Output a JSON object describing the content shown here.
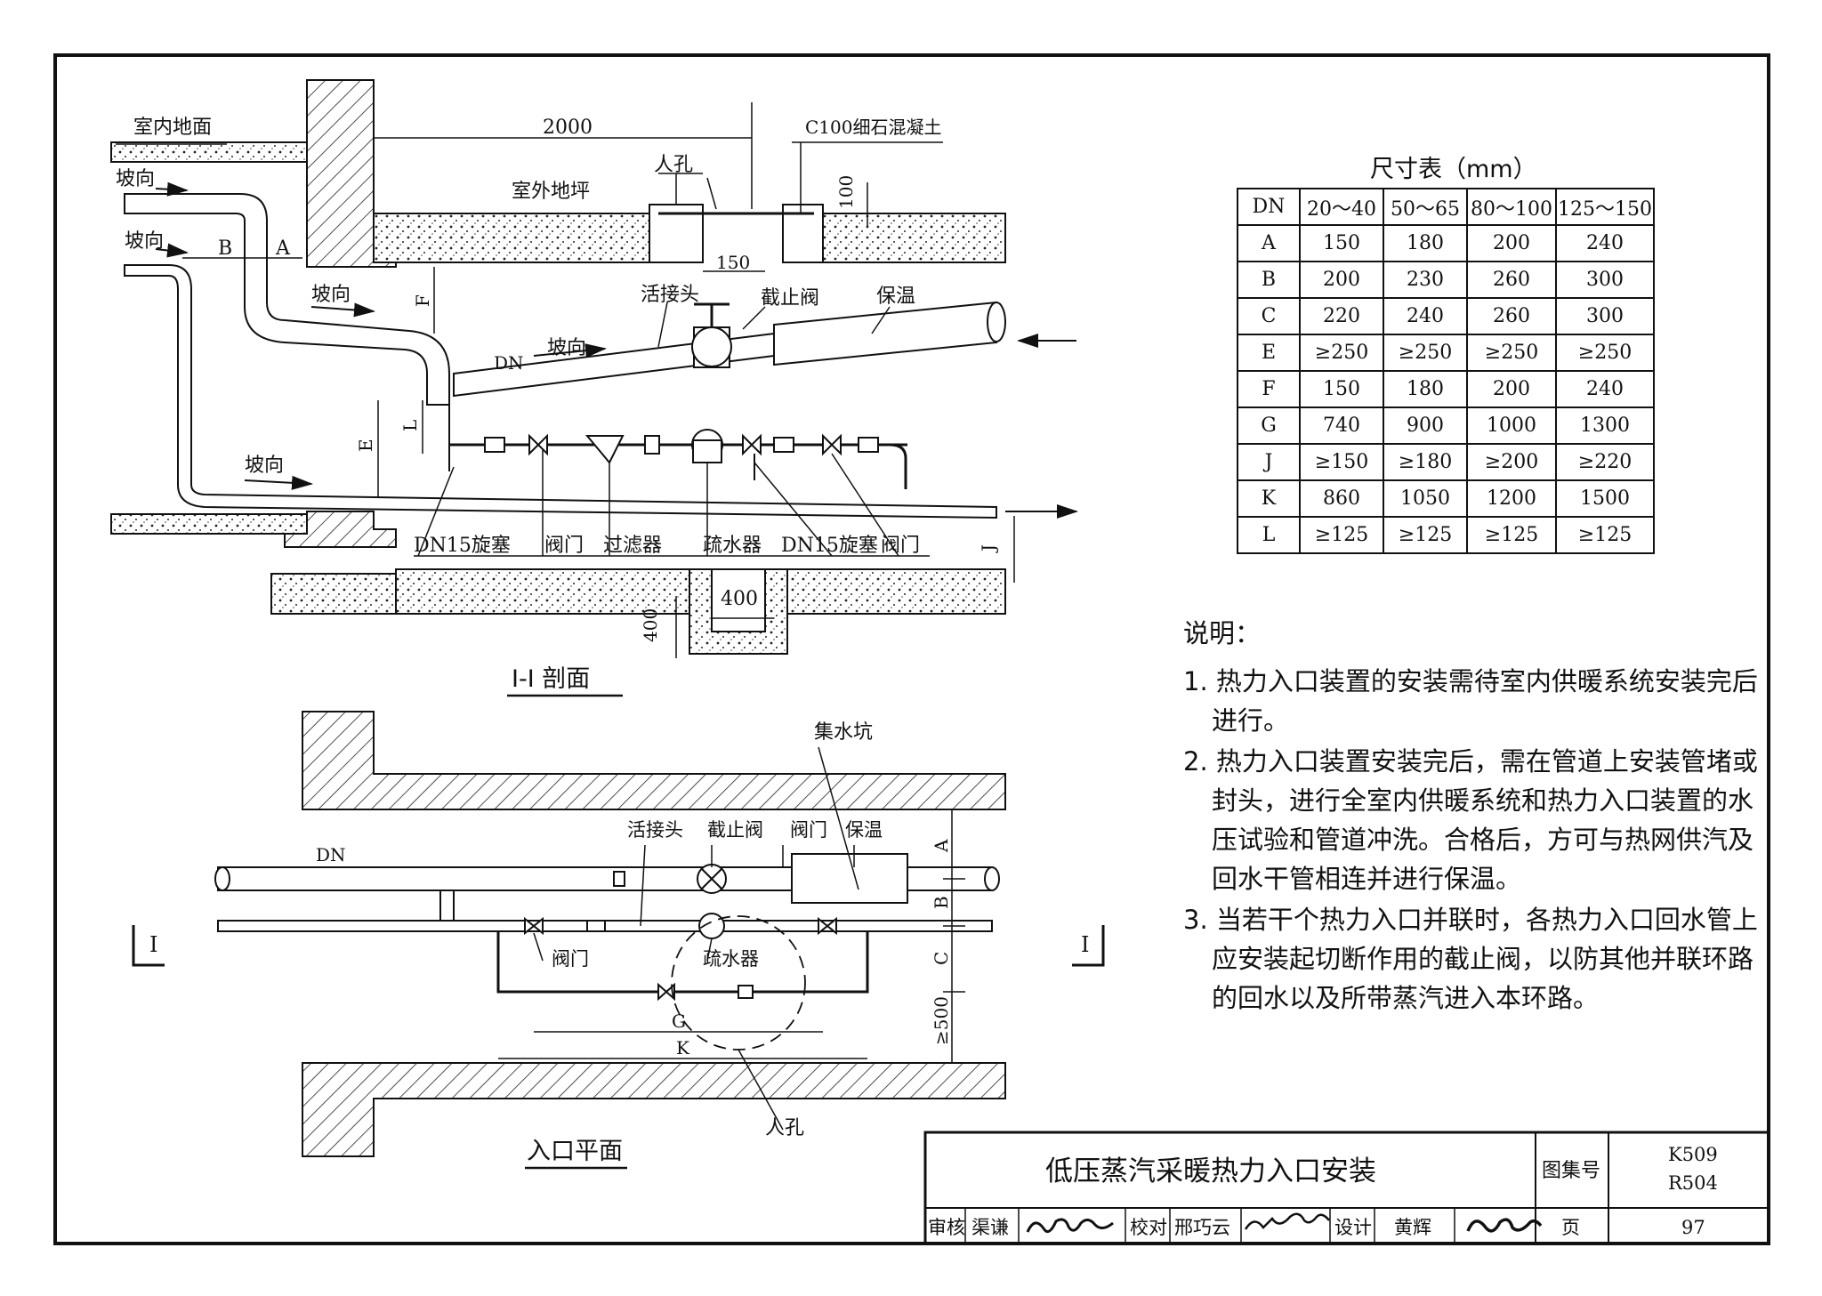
{
  "section_view": {
    "title": "I-I 剖面",
    "labels": {
      "indoor_floor": "室内地面",
      "slope1": "坡向",
      "slope2": "坡向",
      "slope3": "坡向",
      "slope4": "坡向",
      "slope5": "坡向",
      "outdoor_ground": "室外地坪",
      "manhole": "人孔",
      "concrete": "C100细石混凝土",
      "union": "活接头",
      "stop_valve": "截止阀",
      "insulation": "保温",
      "dn": "DN",
      "plug1": "DN15旋塞",
      "valve1": "阀门",
      "filter": "过滤器",
      "trap": "疏水器",
      "plug2": "DN15旋塞",
      "valve2": "阀门"
    },
    "dims": {
      "d2000": "2000",
      "d100": "100",
      "d150": "150",
      "d400w": "400",
      "d400h": "400",
      "B": "B",
      "A": "A",
      "F": "F",
      "E": "E",
      "L": "L",
      "J": "J"
    }
  },
  "plan_view": {
    "title": "入口平面",
    "labels": {
      "sump": "集水坑",
      "union": "活接头",
      "stop_valve": "截止阀",
      "valve_top": "阀门",
      "insulation": "保温",
      "dn": "DN",
      "valve_bottom": "阀门",
      "trap": "疏水器",
      "manhole": "人孔",
      "cut_left": "I",
      "cut_right": "I"
    },
    "dims": {
      "A": "A",
      "B": "B",
      "C": "C",
      "G": "G",
      "K": "K",
      "min500": "≥500"
    }
  },
  "dimension_table": {
    "caption": "尺寸表（mm）",
    "header": [
      "DN",
      "20～40",
      "50～65",
      "80～100",
      "125～150"
    ],
    "rows": [
      [
        "A",
        "150",
        "180",
        "200",
        "240"
      ],
      [
        "B",
        "200",
        "230",
        "260",
        "300"
      ],
      [
        "C",
        "220",
        "240",
        "260",
        "300"
      ],
      [
        "E",
        "≥250",
        "≥250",
        "≥250",
        "≥250"
      ],
      [
        "F",
        "150",
        "180",
        "200",
        "240"
      ],
      [
        "G",
        "740",
        "900",
        "1000",
        "1300"
      ],
      [
        "J",
        "≥150",
        "≥180",
        "≥200",
        "≥220"
      ],
      [
        "K",
        "860",
        "1050",
        "1200",
        "1500"
      ],
      [
        "L",
        "≥125",
        "≥125",
        "≥125",
        "≥125"
      ]
    ]
  },
  "notes": {
    "heading": "说明：",
    "items": [
      "1. 热力入口装置的安装需待室内供暖系统安装完后进行。",
      "2. 热力入口装置安装完后，需在管道上安装管堵或封头，进行全室内供暖系统和热力入口装置的水压试验和管道冲洗。合格后，方可与热网供汽及回水干管相连并进行保温。",
      "3. 当若干个热力入口并联时，各热力入口回水管上应安装起切断作用的截止阀，以防其他并联环路的回水以及所带蒸汽进入本环路。"
    ]
  },
  "title_block": {
    "drawing_title": "低压蒸汽采暖热力入口安装",
    "atlas_label": "图集号",
    "atlas_no_1": "K509",
    "atlas_no_2": "R504",
    "review_label": "审核",
    "reviewer": "渠谦",
    "check_label": "校对",
    "checker": "邢巧云",
    "design_label": "设计",
    "designer": "黄辉",
    "page_label": "页",
    "page_no": "97"
  }
}
